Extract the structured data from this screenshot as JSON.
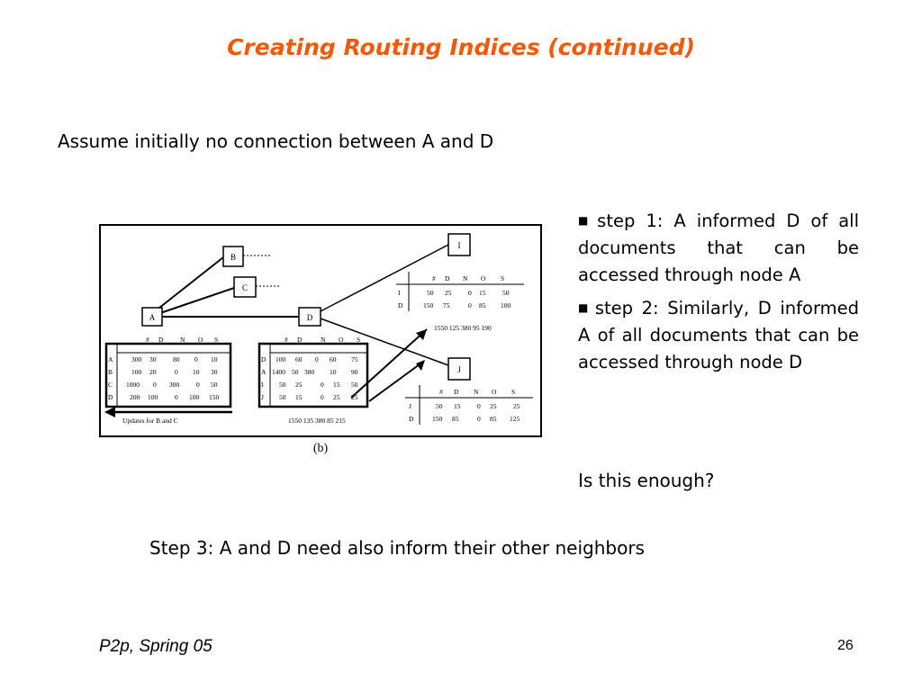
{
  "slide": {
    "title": "Creating Routing Indices (continued)",
    "assumption": "Assume initially no connection between A and D",
    "bullets": [
      "step 1: A informed D of all documents that can be accessed through node A",
      "step 2: Similarly, D informed A of all documents that can be accessed through node D"
    ],
    "question": "Is this enough?",
    "step3": "Step 3: A and D need also inform their other neighbors",
    "footer": "P2p, Spring 05",
    "page_number": "26"
  },
  "figure": {
    "caption": "(b)",
    "nodes": [
      "A",
      "B",
      "C",
      "D",
      "I",
      "J"
    ],
    "updates_label": "Updates for B and C",
    "header": [
      "#",
      "D",
      "N",
      "O",
      "S"
    ],
    "table_A": [
      [
        "A",
        "300",
        "30",
        "80",
        "0",
        "10"
      ],
      [
        "B",
        "100",
        "20",
        "0",
        "10",
        "30"
      ],
      [
        "C",
        "1000",
        "0",
        "300",
        "0",
        "50"
      ],
      [
        "D",
        "200",
        "100",
        "0",
        "100",
        "150"
      ]
    ],
    "table_D": [
      [
        "D",
        "100",
        "60",
        "0",
        "60",
        "75"
      ],
      [
        "A",
        "1400",
        "50",
        "380",
        "10",
        "90"
      ],
      [
        "I",
        "50",
        "25",
        "0",
        "15",
        "50"
      ],
      [
        "J",
        "50",
        "15",
        "0",
        "25",
        "25"
      ]
    ],
    "table_I": [
      [
        "I",
        "50",
        "25",
        "0",
        "15",
        "50"
      ],
      [
        "D",
        "150",
        "75",
        "0",
        "85",
        "100"
      ]
    ],
    "table_J": [
      [
        "J",
        "50",
        "15",
        "0",
        "25",
        "25"
      ],
      [
        "D",
        "150",
        "85",
        "0",
        "85",
        "125"
      ]
    ],
    "sum_D_to_I": "1550 125 380 95 190",
    "sum_D_to_J": "1550 135 380 85 215"
  }
}
